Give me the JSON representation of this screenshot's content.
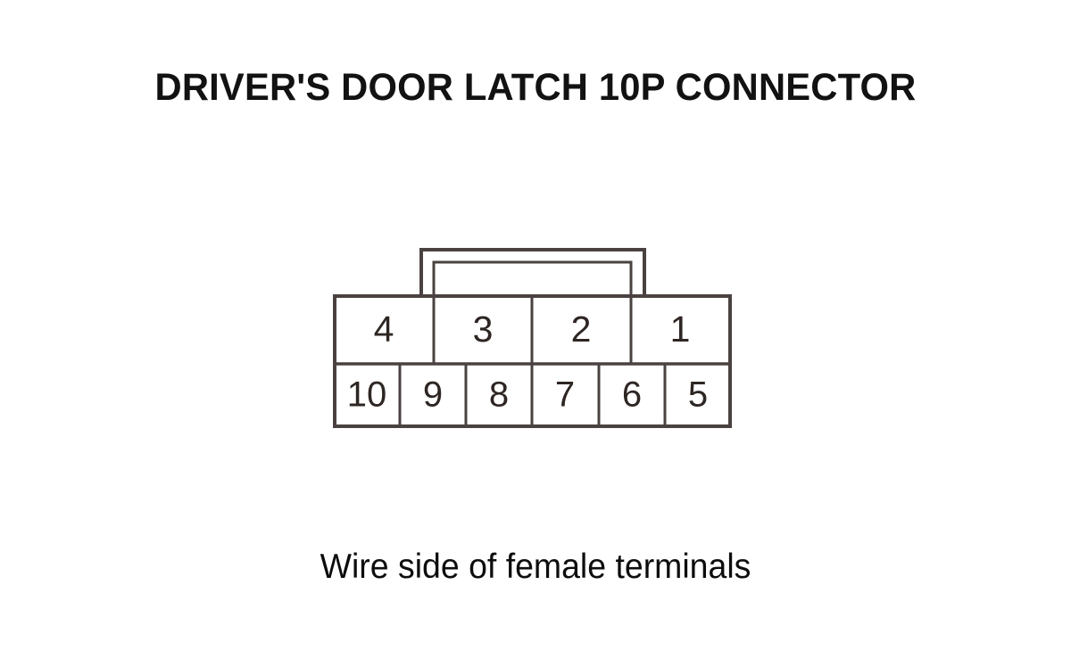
{
  "page": {
    "background_color": "#ffffff",
    "title": "DRIVER'S DOOR LATCH 10P CONNECTOR",
    "caption": "Wire side of female terminals"
  },
  "connector": {
    "name": "DRIVER'S DOOR LATCH 10P CONNECTOR",
    "pin_count_label": "10P",
    "view_label": "Wire side of female terminals",
    "line_color": "#4a4240",
    "text_color": "#2e2623",
    "fill_color": "#ffffff",
    "rows": [
      {
        "row_name": "top-row",
        "cells": [
          {
            "label": "4"
          },
          {
            "label": "3"
          },
          {
            "label": "2"
          },
          {
            "label": "1"
          }
        ]
      },
      {
        "row_name": "bottom-row",
        "cells": [
          {
            "label": "10"
          },
          {
            "label": "9"
          },
          {
            "label": "8"
          },
          {
            "label": "7"
          },
          {
            "label": "6"
          },
          {
            "label": "5"
          }
        ]
      }
    ]
  }
}
